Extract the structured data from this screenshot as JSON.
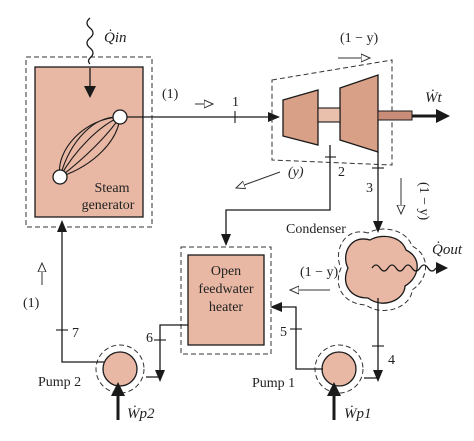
{
  "diagram": {
    "labels": {
      "q_in": "Q̇in",
      "steam_generator_line1": "Steam",
      "steam_generator_line2": "generator",
      "flow_1": "(1)",
      "state_1": "1",
      "state_2": "2",
      "state_3": "3",
      "state_4": "4",
      "state_5": "5",
      "state_6": "6",
      "state_7": "7",
      "turbine_frac": "(1 − y)",
      "extract_frac": "(y)",
      "condenser_frac": "(1 − y)",
      "feedwater_frac": "(1 − y)",
      "return_frac": "(1)",
      "w_t": "Ẇt",
      "condenser": "Condenser",
      "q_out": "Q̇out",
      "ofwh_line1": "Open",
      "ofwh_line2": "feedwater",
      "ofwh_line3": "heater",
      "pump1": "Pump 1",
      "pump2": "Pump 2",
      "w_p1": "Ẇp1",
      "w_p2": "Ẇp2"
    },
    "colors": {
      "component_fill": "#e8b8a4",
      "turbine_fill": "#d9a088",
      "line": "#1a1a1a",
      "dashed": "#333333"
    }
  }
}
